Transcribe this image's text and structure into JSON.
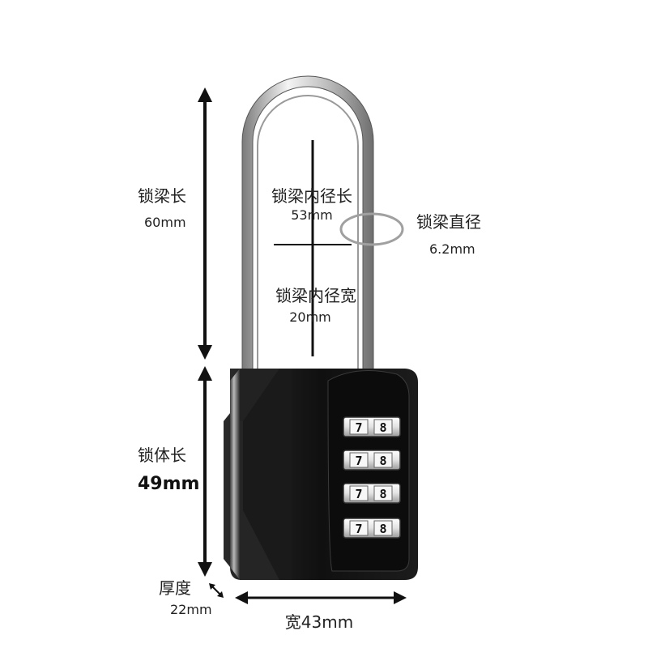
{
  "shackle_length": {
    "label": "锁梁长",
    "value": "60mm"
  },
  "shackle_inner_length": {
    "label": "锁梁内径长",
    "value": "53mm"
  },
  "shackle_diameter": {
    "label": "锁梁直径",
    "value": "6.2mm"
  },
  "shackle_inner_width": {
    "label": "锁梁内径宽",
    "value": "20mm"
  },
  "body_length": {
    "label": "锁体长",
    "value": "49mm"
  },
  "thickness": {
    "label": "厚度",
    "value": "22mm"
  },
  "width": {
    "label": "宽43mm"
  },
  "dials": [
    {
      "left": "7",
      "right": "8"
    },
    {
      "left": "7",
      "right": "8"
    },
    {
      "left": "7",
      "right": "8"
    },
    {
      "left": "7",
      "right": "8"
    }
  ],
  "colors": {
    "body": "#141414",
    "shackle": "#c8c8c8",
    "arrow": "#111111",
    "ring": "#a0a0a0"
  }
}
